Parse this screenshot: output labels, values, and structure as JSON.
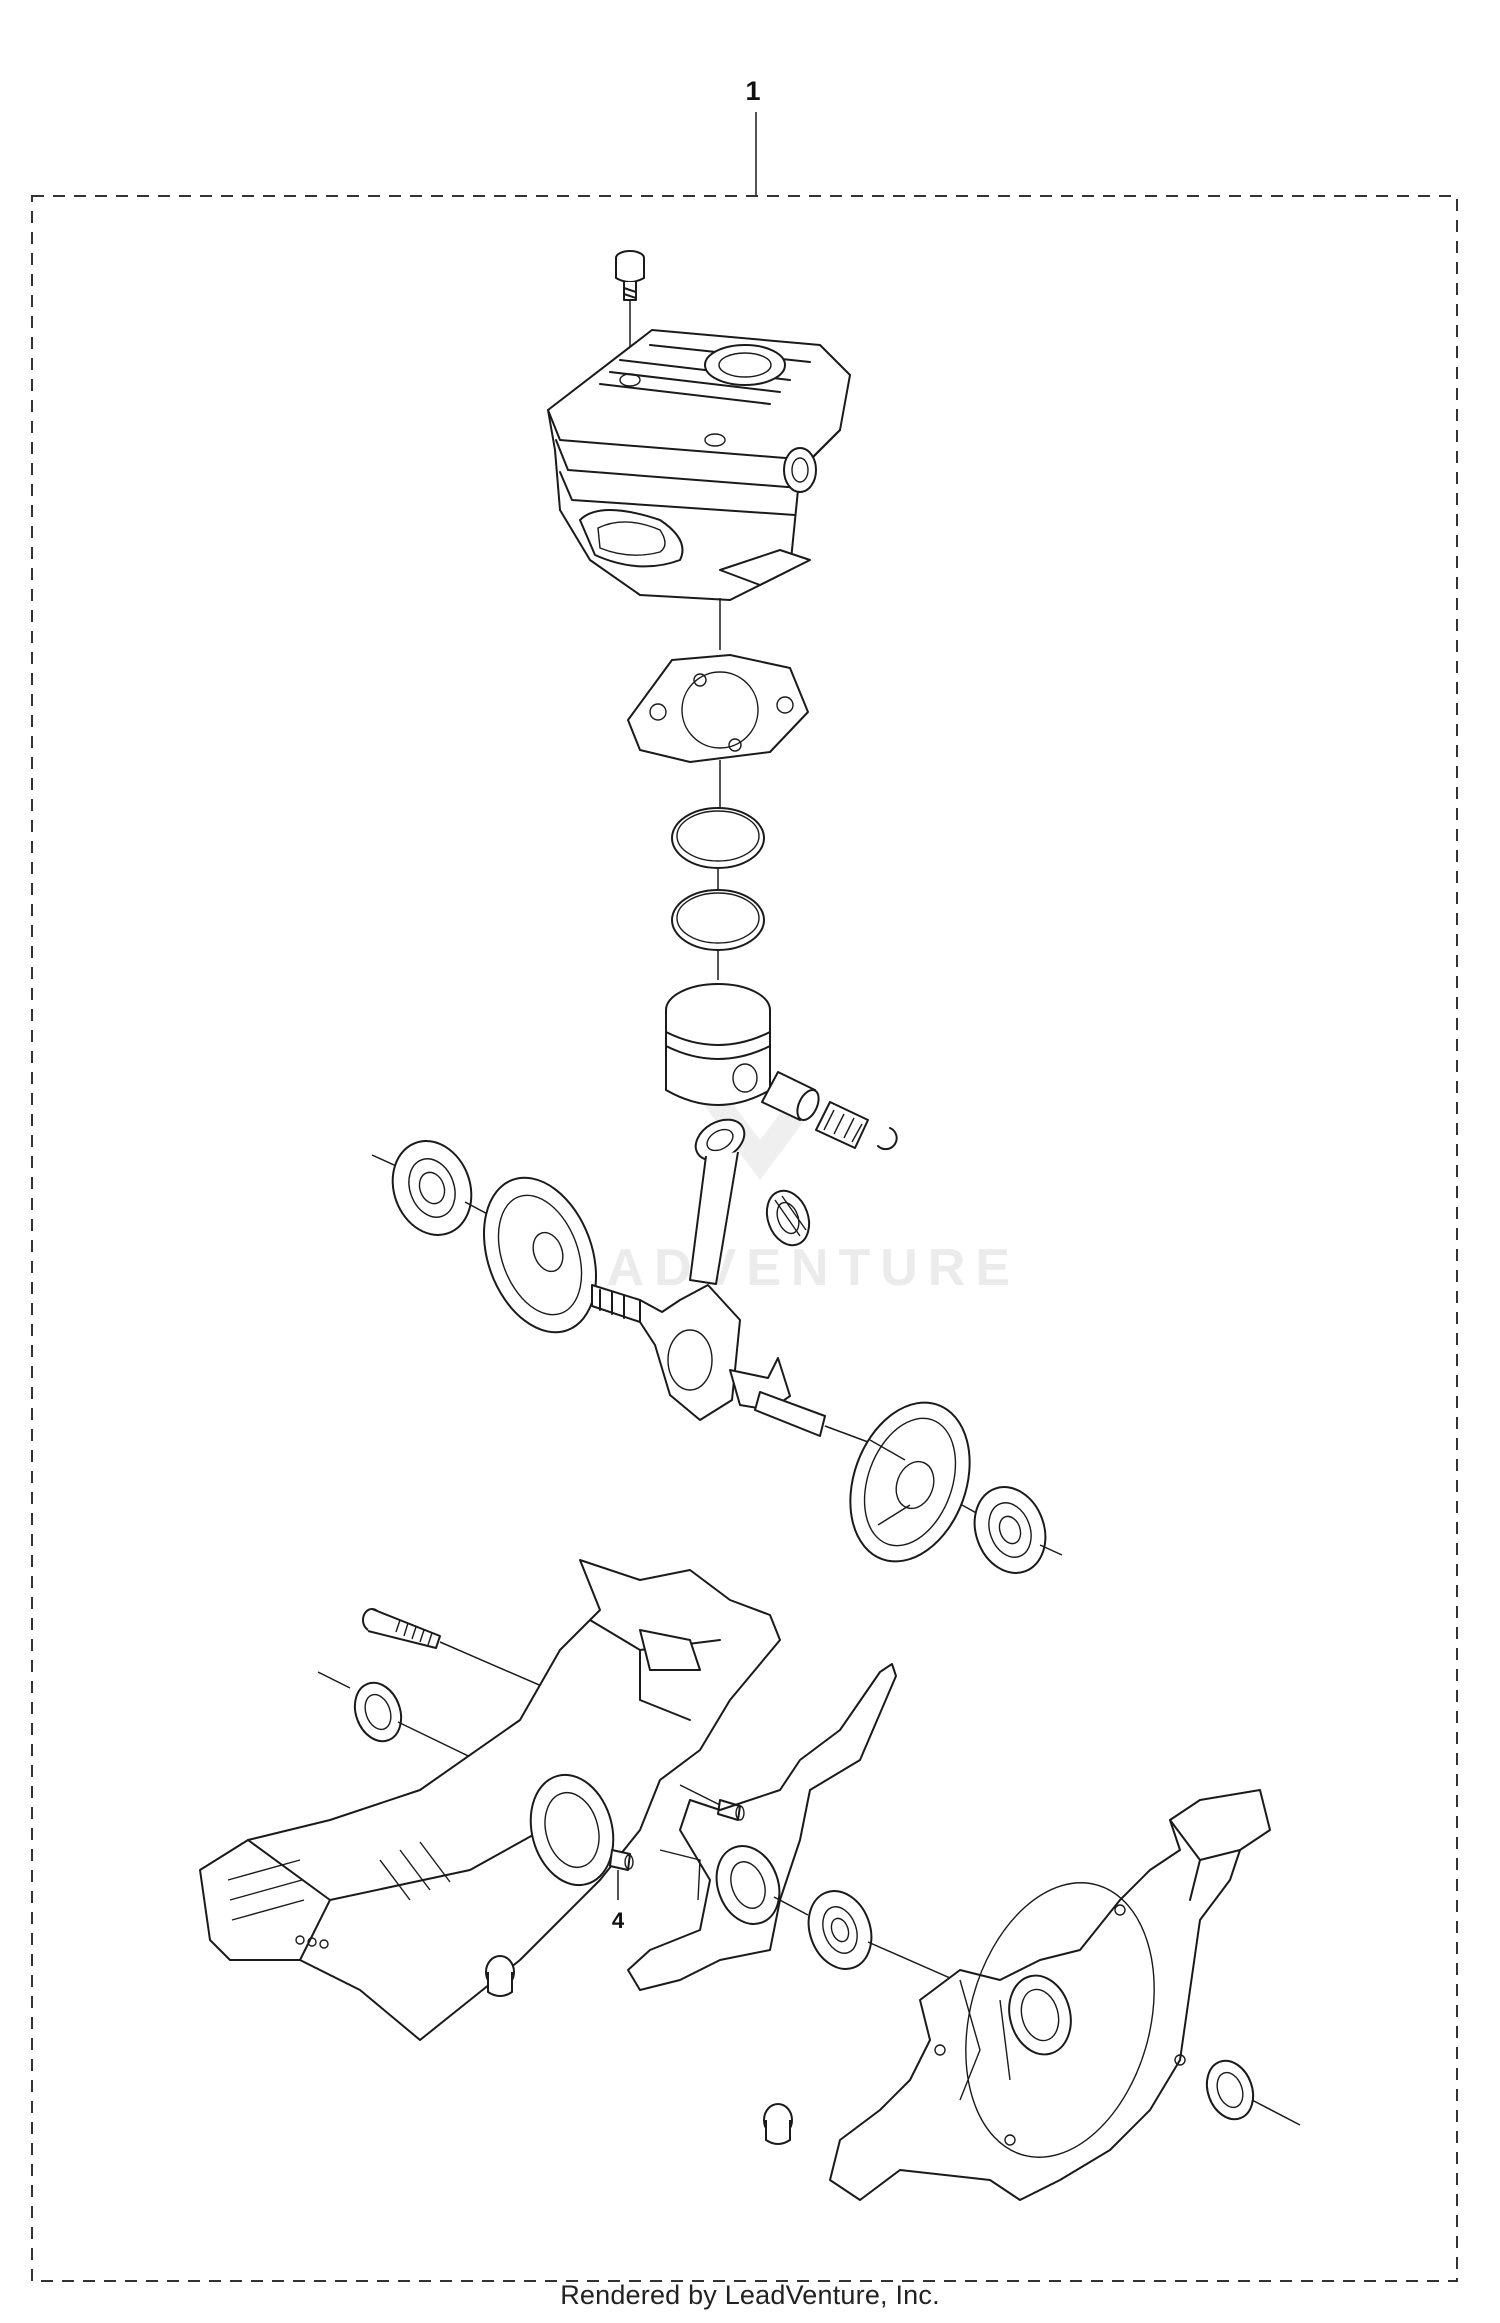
{
  "diagram": {
    "callouts": [
      {
        "id": "1",
        "label": "1"
      },
      {
        "id": "4",
        "label": "4"
      }
    ],
    "watermark": "LEADVENTURE",
    "footer": "Rendered by LeadVenture, Inc."
  }
}
